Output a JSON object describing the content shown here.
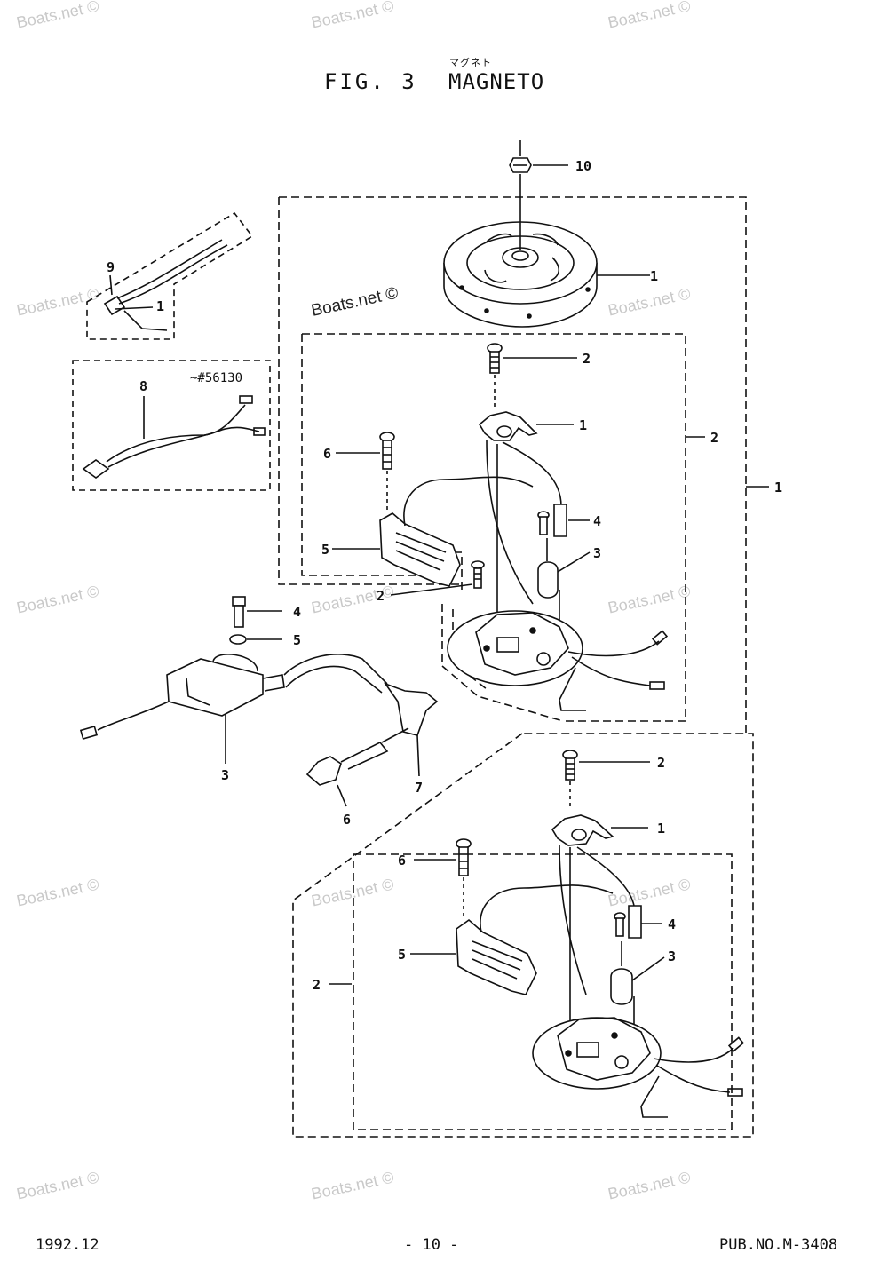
{
  "header": {
    "katakana": "マグネト",
    "fig_label": "FIG. 3",
    "title": "MAGNETO"
  },
  "watermark": {
    "text": "Boats.net ©",
    "copyright_stamp": "Boats.net ©"
  },
  "parts": {
    "flywheel": "1",
    "flywheel_nut": "10",
    "stator_assy_outer": "1",
    "base_plate_assy_a": "2",
    "base_plate_assy_b": "2",
    "contact_point_a": "1",
    "screw_a": "2",
    "screw_a2": "2",
    "screw_b": "2",
    "contact_point_b": "1",
    "condenser_a": "3",
    "condenser_b": "3",
    "condenser_screw_a": "4",
    "condenser_screw_b": "4",
    "coil_a": "5",
    "coil_b": "5",
    "coil_screw_a": "6",
    "coil_screw_b": "6",
    "stop_switch": "9",
    "stop_switch_part": "1",
    "stop_switch_alt": "8",
    "serial_note": "~#56130",
    "ignition_coil": "3",
    "ignition_bolt": "4",
    "ignition_washer": "5",
    "spark_plug": "6",
    "plug_cap": "7"
  },
  "footer": {
    "date": "1992.12",
    "page": "- 10 -",
    "pub_no": "PUB.NO.M-3408"
  }
}
